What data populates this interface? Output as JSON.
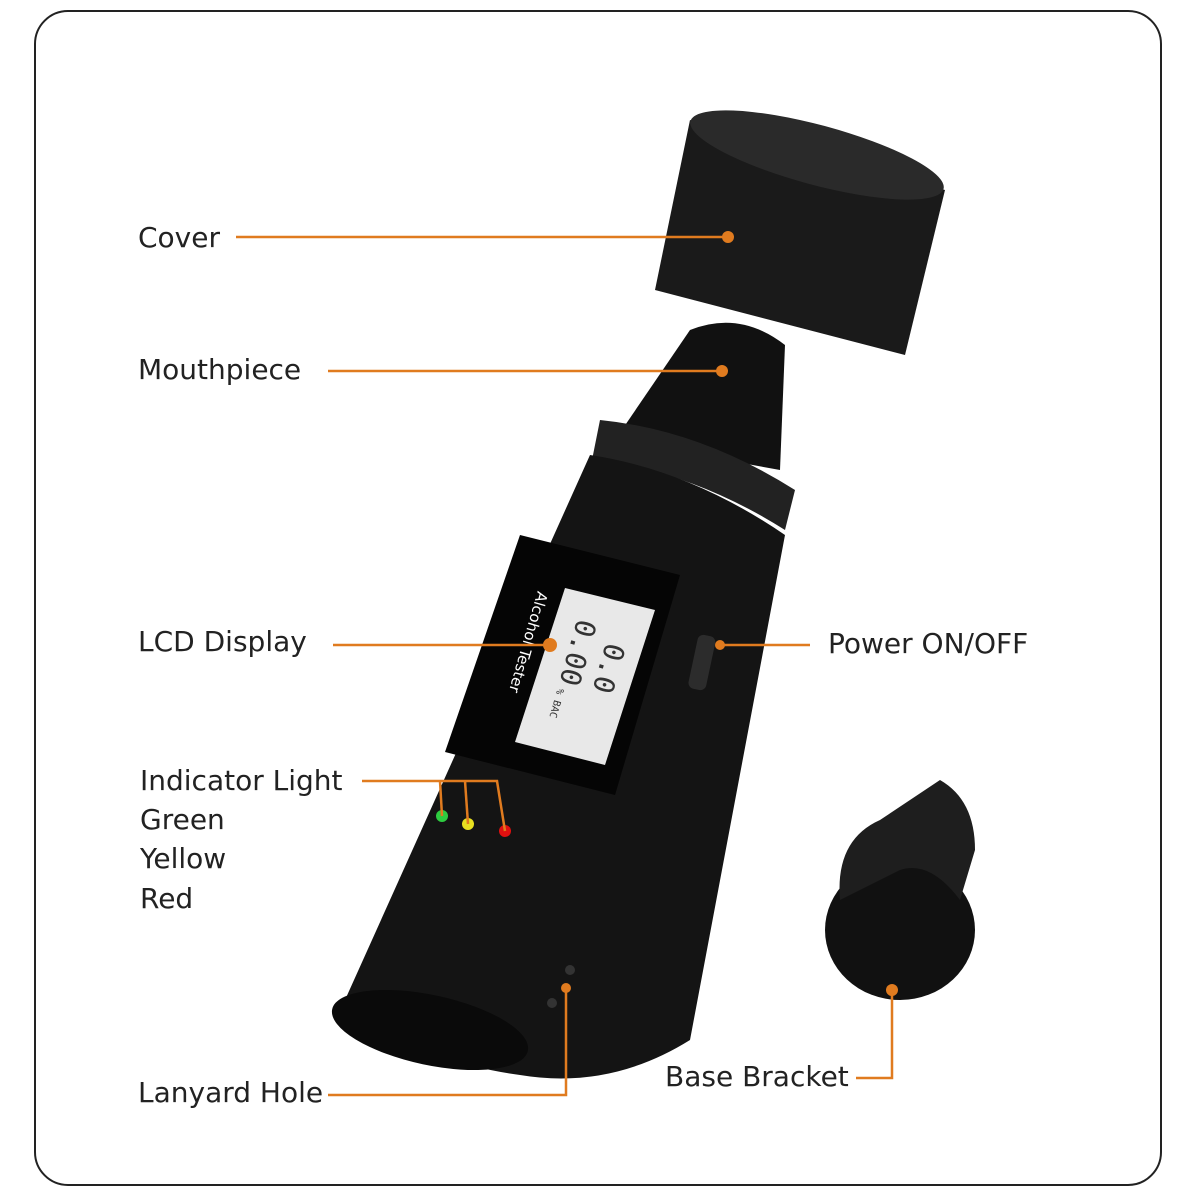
{
  "labels": {
    "cover": "Cover",
    "mouthpiece": "Mouthpiece",
    "lcd_display": "LCD Display",
    "power": "Power ON/OFF",
    "indicator_light": "Indicator Light",
    "green": "Green",
    "yellow": "Yellow",
    "red": "Red",
    "lanyard_hole": "Lanyard Hole",
    "base_bracket": "Base Bracket"
  },
  "device": {
    "brand_text": "Alcohol Tester",
    "lcd_top_reading": "0.0",
    "lcd_bottom_reading": "0.00",
    "lcd_unit": "% BAC"
  },
  "colors": {
    "leader": "#e07b1f",
    "indicator_green": "#2ecc40",
    "indicator_yellow": "#e8e020",
    "indicator_red": "#e01010"
  }
}
